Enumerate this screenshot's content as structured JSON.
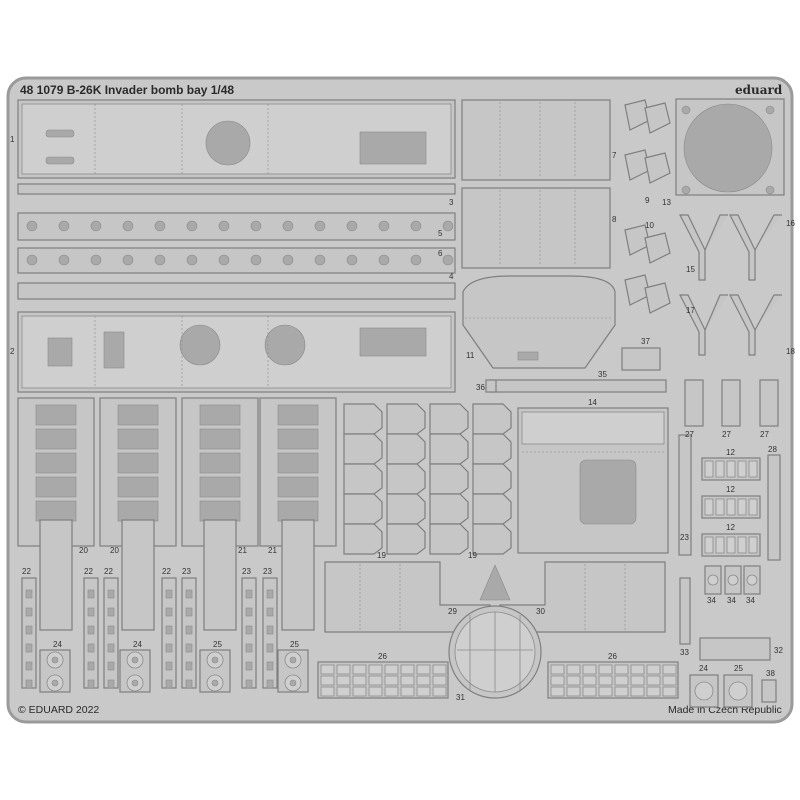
{
  "fret": {
    "title": "48 1079  B-26K Invader bomb bay    1/48",
    "brand": "eduard",
    "copyright": "© EDUARD 2022",
    "origin": "Made in Czech Republic"
  },
  "labels": {
    "p1": "1",
    "p2": "2",
    "p3": "3",
    "p4": "4",
    "p5": "5",
    "p6": "6",
    "p7": "7",
    "p8": "8",
    "p9": "9",
    "p10": "10",
    "p11": "11",
    "p12": "12",
    "p13": "13",
    "p14": "14",
    "p15": "15",
    "p16": "16",
    "p17": "17",
    "p18": "18",
    "p19": "19",
    "p20": "20",
    "p21": "21",
    "p22": "22",
    "p23": "23",
    "p24": "24",
    "p25": "25",
    "p26": "26",
    "p27": "27",
    "p28": "28",
    "p29": "29",
    "p30": "30",
    "p31": "31",
    "p32": "32",
    "p33": "33",
    "p34": "34",
    "p35": "35",
    "p36": "36",
    "p37": "37",
    "p38": "38"
  },
  "colors": {
    "fret": "#c9c9c9",
    "etched": "#a9a9a9",
    "outline": "#7f7f7f"
  }
}
